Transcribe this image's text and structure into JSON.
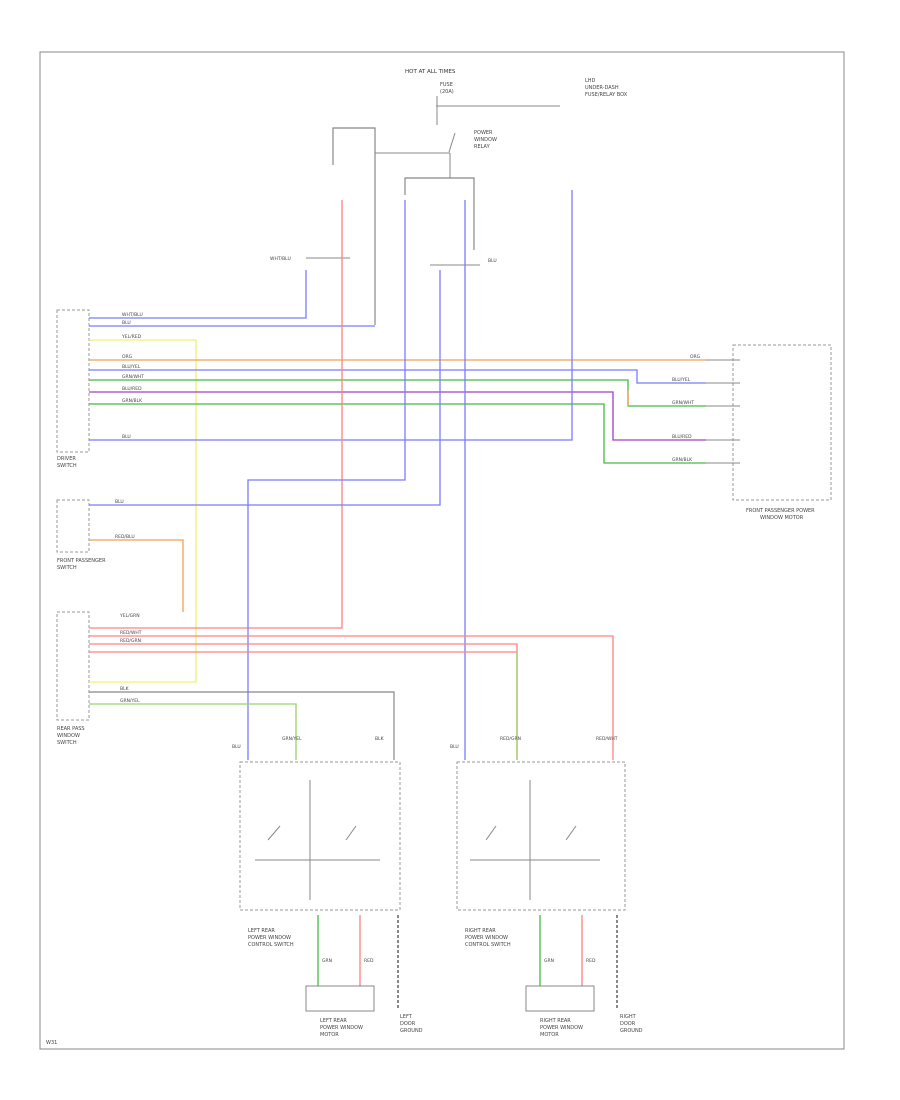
{
  "header": {
    "fuse_panel": "HOT AT ALL TIMES",
    "fuse_line1": "FUSE",
    "fuse_line2": "(20A)",
    "relay_note1": "LHD",
    "relay_note2": "UNDER-DASH",
    "relay_note3": "FUSE/RELAY BOX",
    "power_relay1": "POWER",
    "power_relay2": "WINDOW",
    "power_relay3": "RELAY"
  },
  "components": {
    "driver_switch": {
      "line1": "DRIVER",
      "line2": "SWITCH"
    },
    "front_pass_switch": {
      "line1": "FRONT PASSENGER",
      "line2": "SWITCH"
    },
    "rear_pass_switch": {
      "line1": "REAR PASS",
      "line2": "WINDOW",
      "line3": "SWITCH"
    },
    "front_pass_motor": {
      "line1": "FRONT PASSENGER POWER",
      "line2": "WINDOW MOTOR"
    },
    "left_rear_switch": {
      "line1": "LEFT REAR",
      "line2": "POWER WINDOW",
      "line3": "CONTROL SWITCH"
    },
    "right_rear_switch": {
      "line1": "RIGHT REAR",
      "line2": "POWER WINDOW",
      "line3": "CONTROL SWITCH"
    },
    "left_rear_motor": {
      "line1": "LEFT REAR",
      "line2": "POWER WINDOW",
      "line3": "MOTOR"
    },
    "right_rear_motor": {
      "line1": "RIGHT REAR",
      "line2": "POWER WINDOW",
      "line3": "MOTOR"
    },
    "left_door_ground": {
      "line1": "LEFT",
      "line2": "DOOR",
      "line3": "GROUND"
    },
    "right_door_ground": {
      "line1": "RIGHT",
      "line2": "DOOR",
      "line3": "GROUND"
    }
  },
  "wires": {
    "wht_blu": "WHT/BLU",
    "blu": "BLU",
    "yel_red": "YEL/RED",
    "org": "ORG",
    "blu_yel": "BLU/YEL",
    "grn_wht": "GRN/WHT",
    "blu_red": "BLU/RED",
    "grn_blk": "GRN/BLK",
    "red_blu": "RED/BLU",
    "yel_grn": "YEL/GRN",
    "red_wht": "RED/WHT",
    "red_grn": "RED/GRN",
    "grn_yel": "GRN/YEL",
    "blk": "BLK",
    "red": "RED",
    "grn": "GRN"
  },
  "footer": {
    "code": "W31"
  },
  "colors": {
    "blue": "#7b7bff",
    "pink": "#ff8080",
    "orange": "#f0a050",
    "green": "#44bb44",
    "lightgreen": "#9ad36a",
    "yellow": "#f2f270",
    "purple": "#a040c0",
    "gray": "#888888"
  }
}
